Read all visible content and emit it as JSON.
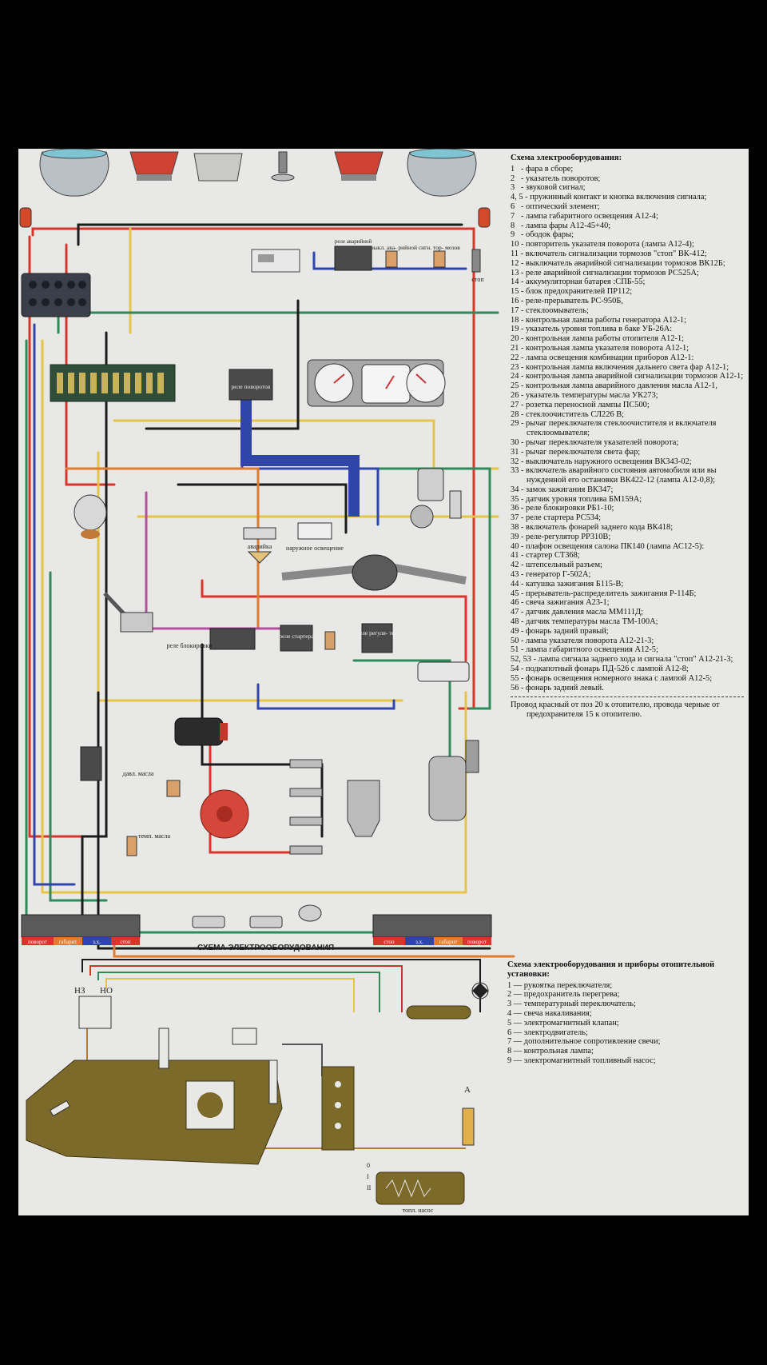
{
  "legend_main": {
    "title": "Схема электрооборудования:",
    "items": [
      "1   - фара в сборе;",
      "2   - указатель поворотов;",
      "3   - звуковой сигнал;",
      "4, 5 - пружинный контакт и кнопка включения сигнала;",
      "6   - оптический элемент;",
      "7   - лампа габаритного освещения А12-4;",
      "8   - лампа фары А12-45+40;",
      "9   - ободок фары;",
      "10 - повторитель указателя поворота (лампа А12-4);",
      "11 - включатель сигнализации тормозов \"стоп\" ВК-412;",
      "12 - выключатель аварийной сигнализации тормозов ВК12Б;",
      "13 - реле аварийной сигнализации тормозов РС525А;",
      "14 - аккумуляторная батарея :СПБ-55;",
      "15 - блок предохранителей ПР112;",
      "16 - реле-прерыватель РС-950Б,",
      "17 - стеклоомыватель;",
      "18 - контрольная лампа работы генератора А12-1;",
      "19 - указатель уровня топлива в баке УБ-26А:",
      "20 - контрольная лампа работы отопителя А12-1;",
      "21 - контрольная лампа указателя поворота А12-1;",
      "22 - лампа освещения комбинации приборов А12-1:",
      "23 - контрольная лампа включения дальнего света фар А12-1;",
      "24 - контрольная лампа аварийной сигнализации тормозов А12-1;",
      "25 - контрольная лампа аварийного давления масла А12-1,",
      "26 - указатель температуры масла УК273;",
      "27 - розетка переносной лампы ПС500;",
      "28 - стеклоочиститель СЛ226 В;",
      "29 - рычаг переключателя стеклоочистителя и включателя стеклоомывателя;",
      "30 - рычаг переключателя указателей поворота;",
      "31 - рычаг переключателя света фар;",
      "32 - выключатель наружного освещения ВК343-02;",
      "33 - включатель аварийного состояния автомобиля или вы нужденной его остановки ВК422-12 (лампа А12-0,8);",
      "34 - замок зажигания ВК347;",
      "35 - датчик уровня топлива БМ159А;",
      "36 - реле блокировки РБ1-10;",
      "37 - реле стартера РС534;",
      "38 - включатель фонарей заднего кода ВК418;",
      "39 - реле-регулятор РР310В;",
      "40 - плафон освещения салона ПК140 (лампа АС12-5):",
      "41 - стартер СТ368;",
      "42 - штепсельный разъем;",
      "43 - генератор Г-502А;",
      "44 - катушка зажигания Б115-В;",
      "45 - прерыватель-распределитель зажигания Р-114Б;",
      "46 - свеча зажигания А23-1;",
      "47 - датчик давления масла ММ111Д;",
      "48 - датчик температуры масла ТМ-100А;",
      "49 - фонарь задний правый;",
      "50 - лампа указателя поворота А12-21-3;",
      "51 - лампа габаритного освещения А12-5;",
      "52, 53 - лампа сигнала заднего хода и сигнала \"стоп\" А12-21-3;",
      "54 - подкапотный фонарь ПД-526 с лампой А12-8;",
      "55 - фонарь освещения номерного знака с лампой А12-5;",
      "56 - фонарь задний левый."
    ],
    "note": "Провод красный от поз 20 к отопителю, провода черные от предохранителя 15 к отопителю."
  },
  "legend_heater": {
    "title": "Схема электрооборудования и приборы отопительной установки:",
    "items": [
      "1 — рукоятка переключателя;",
      "2 — предохранитель перегрева;",
      "3 — температурный переключатель;",
      "4 — свеча накаливания;",
      "5 — электромагнитный клапан;",
      "6 — электродвигатель;",
      "7 — дополнительное сопротивление свечи;",
      "8 — контрольная лампа;",
      "9 — электромагнитный топливный насос;"
    ]
  },
  "caption_main": "СХЕМА ЭЛЕКТРООБОРУДОВАНИЯ",
  "labels": {
    "relay_turn": "реле поворотов",
    "hazard": "аварийка",
    "outer_light": "наружное освещение",
    "block_relay": "реле блокировки",
    "starter_relay": "реле стартера",
    "regulator_relay": "реле регуля- тор",
    "brake_switch": "выкл. ава- рийной сигн. тор- мозов",
    "brake_relay": "реле аварийной",
    "stop": "стоп",
    "oil_pressure": "давл. масла",
    "oil_temp": "темп. масла",
    "turn": "поворот",
    "parking": "габарит",
    "reverse": "з.х.",
    "pump": "топл. насос",
    "nz": "НЗ",
    "no": "НО",
    "a": "А",
    "pos0": "0",
    "posI": "I",
    "posII": "II"
  },
  "colors": {
    "red": "#d9352b",
    "black": "#1b1b1b",
    "blue": "#2f46a8",
    "green": "#2f8a5b",
    "yellow": "#e6c447",
    "orange": "#e07b2f",
    "olive": "#7c6a2a",
    "background": "#e8e8e6"
  }
}
